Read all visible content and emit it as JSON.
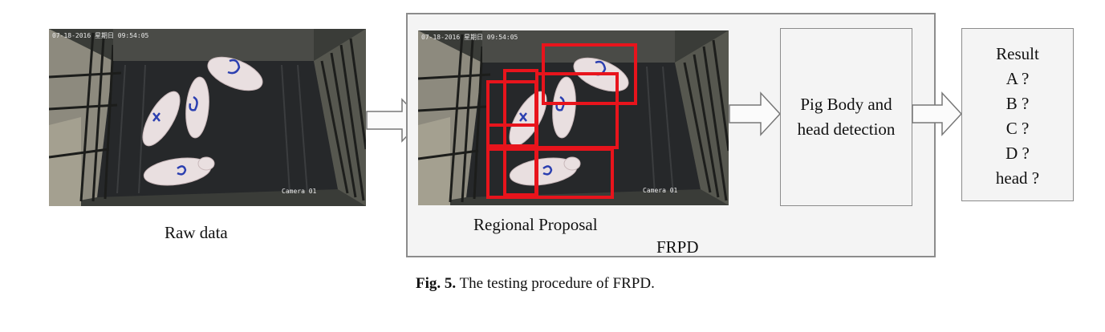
{
  "raw_panel": {
    "label": "Raw data",
    "timestamp": "07-18-2016 星期日 09:54:05",
    "camera_label": "Camera 01"
  },
  "proposal_panel": {
    "label": "Regional Proposal",
    "timestamp": "07-18-2016 星期日 09:54:05",
    "camera_label": "Camera 01"
  },
  "frpd": {
    "label": "FRPD"
  },
  "detection": {
    "line1": "Pig Body and",
    "line2": "head detection"
  },
  "result": {
    "title": "Result",
    "items": [
      "A ?",
      "B ?",
      "C ?",
      "D ?",
      "head ?"
    ]
  },
  "caption": {
    "figure": "Fig. 5.",
    "text": "The testing procedure of FRPD."
  },
  "colors": {
    "proposal_box": "#e8141c",
    "box_fill": "#f4f4f4",
    "box_border": "#8c8c8c",
    "pig_marker": "#2b3fb0"
  }
}
